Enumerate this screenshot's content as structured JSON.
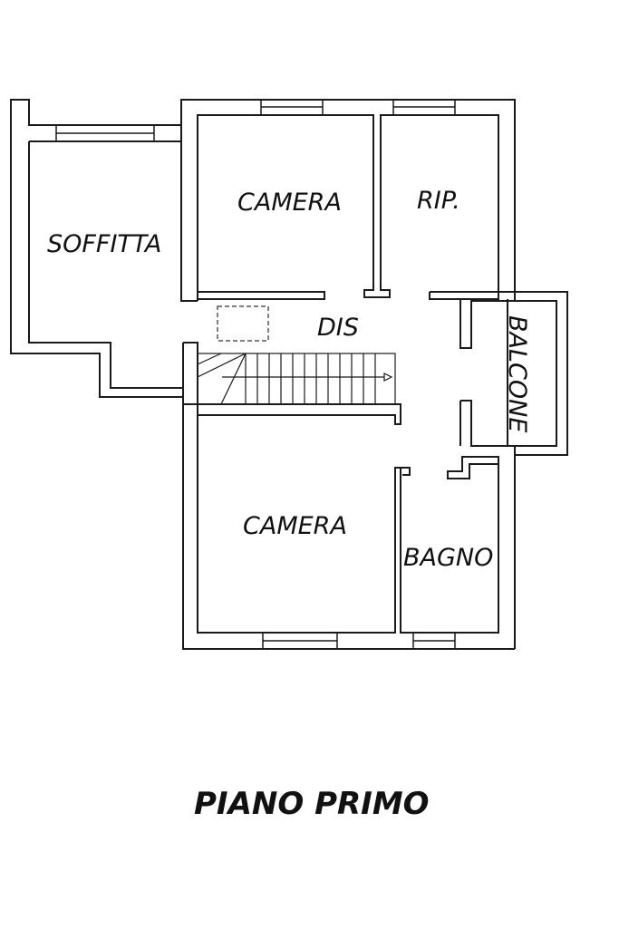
{
  "plan": {
    "rooms": {
      "soffitta": "SOFFITTA",
      "camera_top": "CAMERA",
      "ripostiglio": "RIP.",
      "disimpegno": "DIS",
      "balcone": "BALCONE",
      "camera_bottom": "CAMERA",
      "bagno": "BAGNO"
    },
    "title": "PIANO PRIMO"
  }
}
